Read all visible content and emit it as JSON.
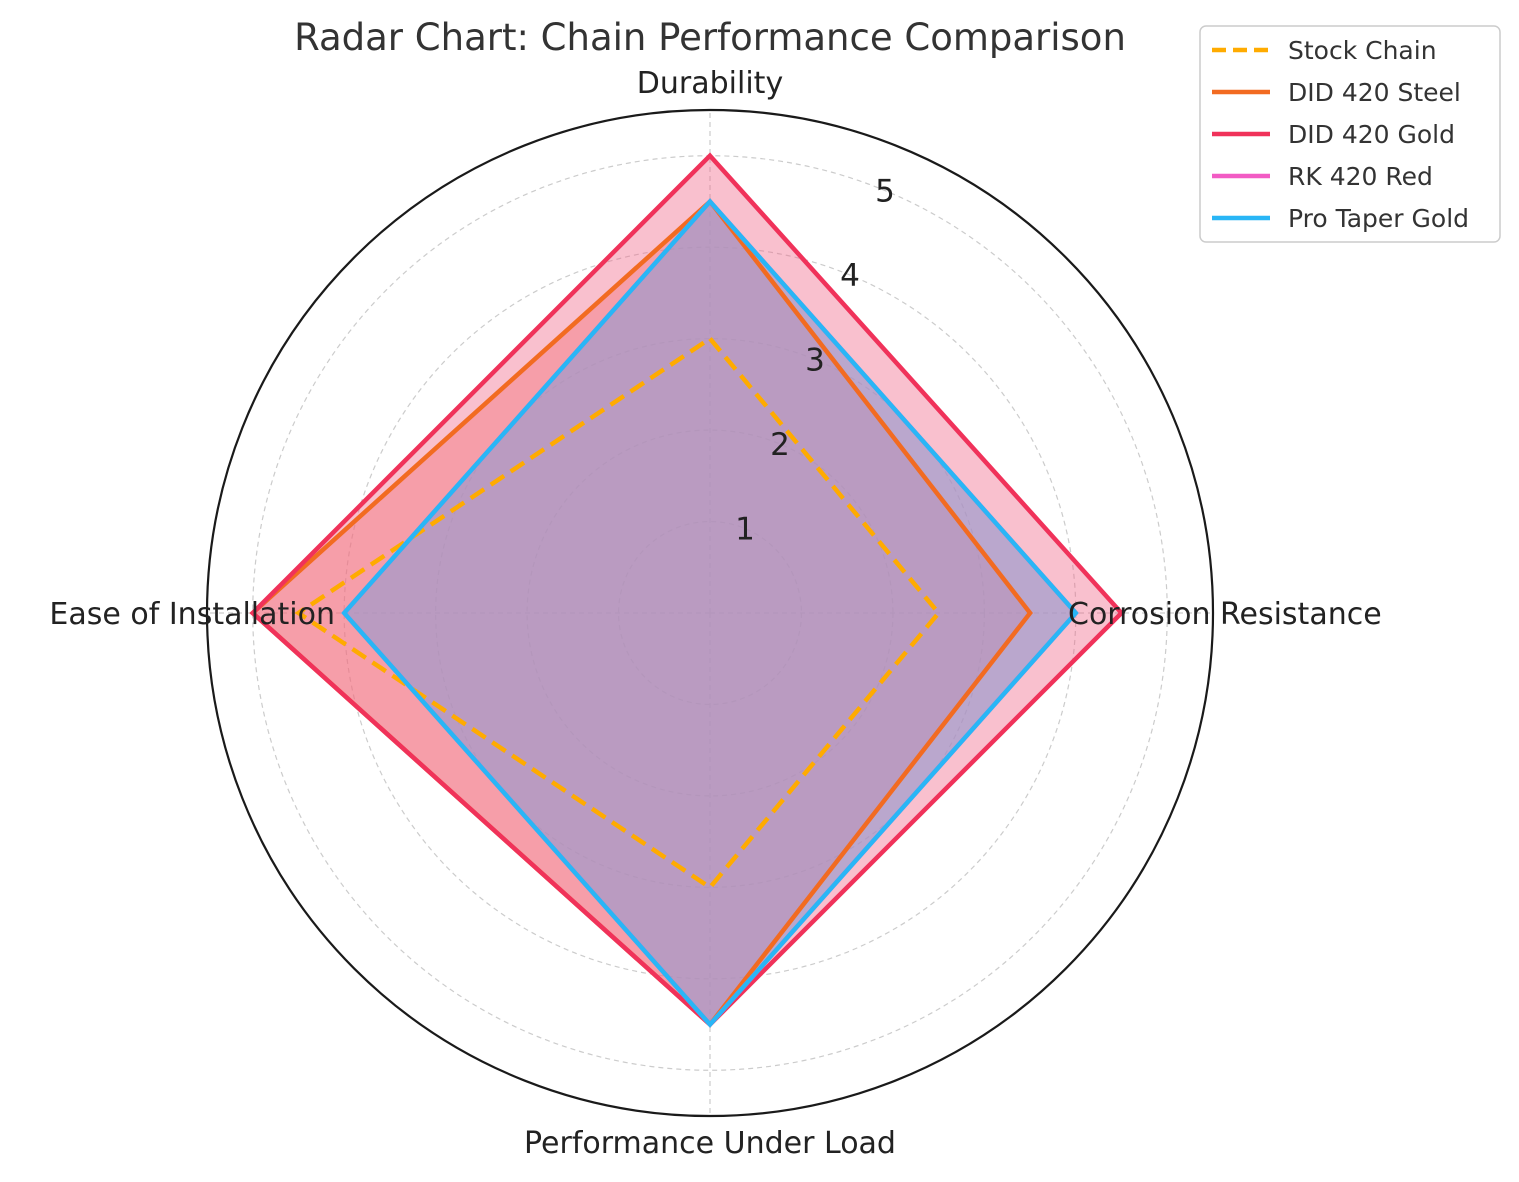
{
  "chart_data": {
    "type": "radar",
    "title": "Radar Chart: Chain Performance Comparison",
    "categories": [
      "Durability",
      "Corrosion Resistance",
      "Performance Under Load",
      "Ease of Installation"
    ],
    "r_ticks": [
      "1",
      "2",
      "3",
      "4",
      "5"
    ],
    "rlim": [
      0,
      5.5
    ],
    "grid": true,
    "legend_position": "top-right",
    "series": [
      {
        "name": "Stock Chain",
        "values": [
          3,
          2.5,
          3,
          4.5
        ],
        "color": "#ffab00",
        "dashed": true,
        "fill": false
      },
      {
        "name": "DID 420 Steel",
        "values": [
          4.5,
          3.5,
          4.5,
          5
        ],
        "color": "#f26b21",
        "dashed": false,
        "fill": true,
        "fill_color": "#f4756a"
      },
      {
        "name": "DID 420 Gold",
        "values": [
          5,
          4.5,
          4.5,
          5
        ],
        "color": "#f0325a",
        "dashed": false,
        "fill": true,
        "fill_color": "#f06a8a"
      },
      {
        "name": "RK 420 Red",
        "values": [
          4.5,
          4,
          4.5,
          4
        ],
        "color": "#f25bc4",
        "dashed": false,
        "fill": true,
        "fill_color": "#9a8fd6"
      },
      {
        "name": "Pro Taper Gold",
        "values": [
          4.5,
          4,
          4.5,
          4
        ],
        "color": "#29b6f6",
        "dashed": false,
        "fill": true,
        "fill_color": "#9aa3c8"
      }
    ]
  }
}
